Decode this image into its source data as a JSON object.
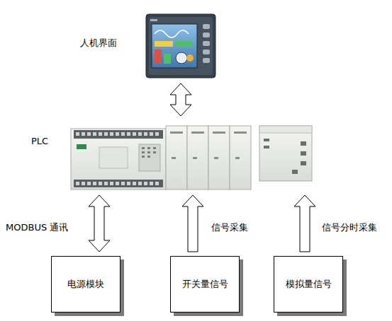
{
  "diagram": {
    "nodes": [
      {
        "text": [
          "人机界面"
        ]
      },
      {
        "text": [
          "PLC"
        ]
      },
      {
        "text": [
          "电源模块"
        ]
      },
      {
        "text": [
          "开关量信号"
        ]
      },
      {
        "text": [
          "模拟量信号"
        ]
      }
    ],
    "edges": [
      {
        "from": 0,
        "to": 1,
        "arrow": "both"
      },
      {
        "from": 2,
        "to": 1,
        "label": "MODBUS 通讯",
        "arrow": "both"
      },
      {
        "from": 3,
        "to": 1,
        "label": "信号采集",
        "arrow": "to"
      },
      {
        "from": 4,
        "to": 1,
        "label": "信号分时采集",
        "arrow": "to"
      }
    ]
  }
}
